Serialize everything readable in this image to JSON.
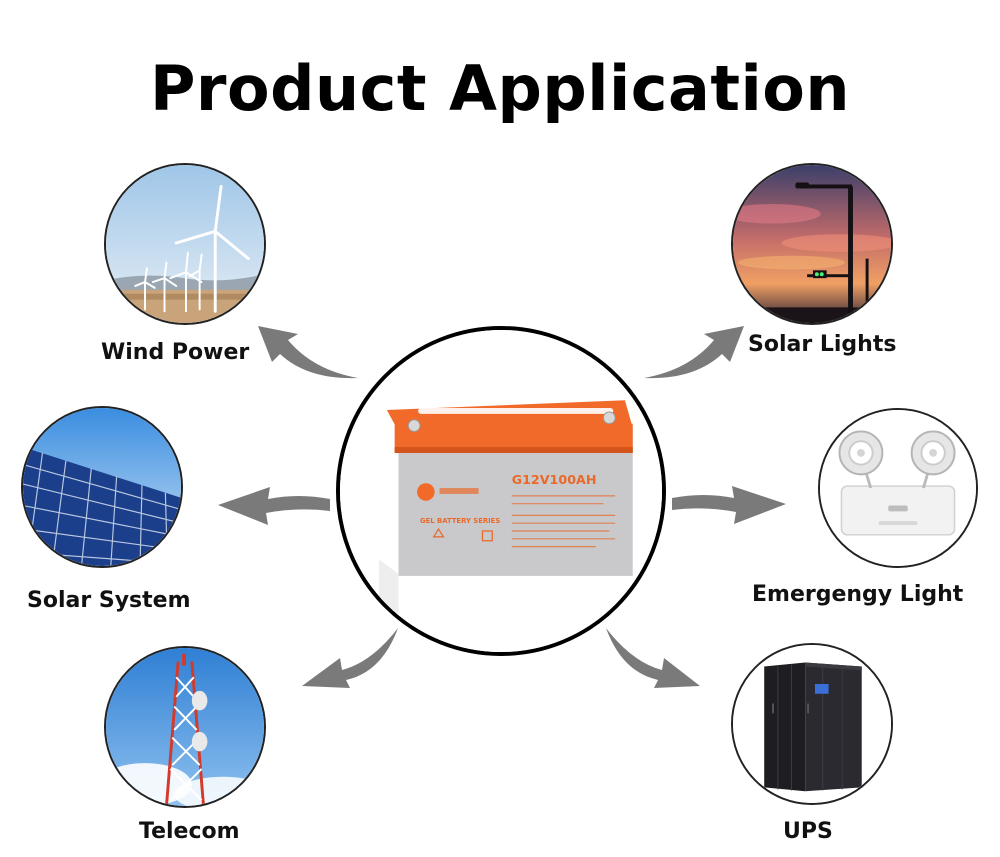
{
  "title": "Product Application",
  "center": {
    "product_label": "G12V100AH",
    "battery_text": "GEL BATTERY SERIES",
    "colors": {
      "case": "#c9c9cc",
      "lid": "#f26a2a",
      "text": "#e8692a"
    }
  },
  "applications": [
    {
      "key": "wind",
      "label": "Wind Power",
      "icon": "wind-turbine-icon"
    },
    {
      "key": "solarlights",
      "label": "Solar Lights",
      "icon": "street-light-icon"
    },
    {
      "key": "solarsystem",
      "label": "Solar System",
      "icon": "solar-panel-icon"
    },
    {
      "key": "emergency",
      "label": "Emergengy Light",
      "icon": "emergency-light-icon"
    },
    {
      "key": "telecom",
      "label": "Telecom",
      "icon": "telecom-tower-icon"
    },
    {
      "key": "ups",
      "label": "UPS",
      "icon": "server-cabinet-icon"
    }
  ],
  "colors": {
    "arrow": "#7a7a7a",
    "text": "#111111"
  }
}
